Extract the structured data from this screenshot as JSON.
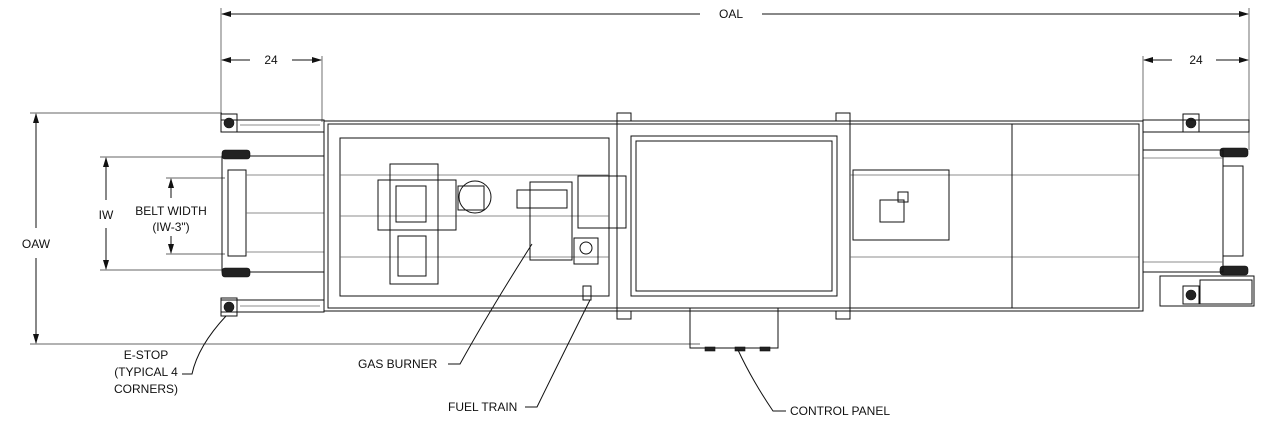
{
  "dimensions": {
    "overall_length": "OAL",
    "overall_width": "OAW",
    "inside_width": "IW",
    "left_extension": "24",
    "right_extension": "24"
  },
  "callouts": {
    "belt_width_line1": "BELT WIDTH",
    "belt_width_line2": "(IW-3\")",
    "estop_line1": "E-STOP",
    "estop_line2": "(TYPICAL 4",
    "estop_line3": "CORNERS)",
    "gas_burner": "GAS BURNER",
    "fuel_train": "FUEL TRAIN",
    "control_panel": "CONTROL PANEL"
  }
}
